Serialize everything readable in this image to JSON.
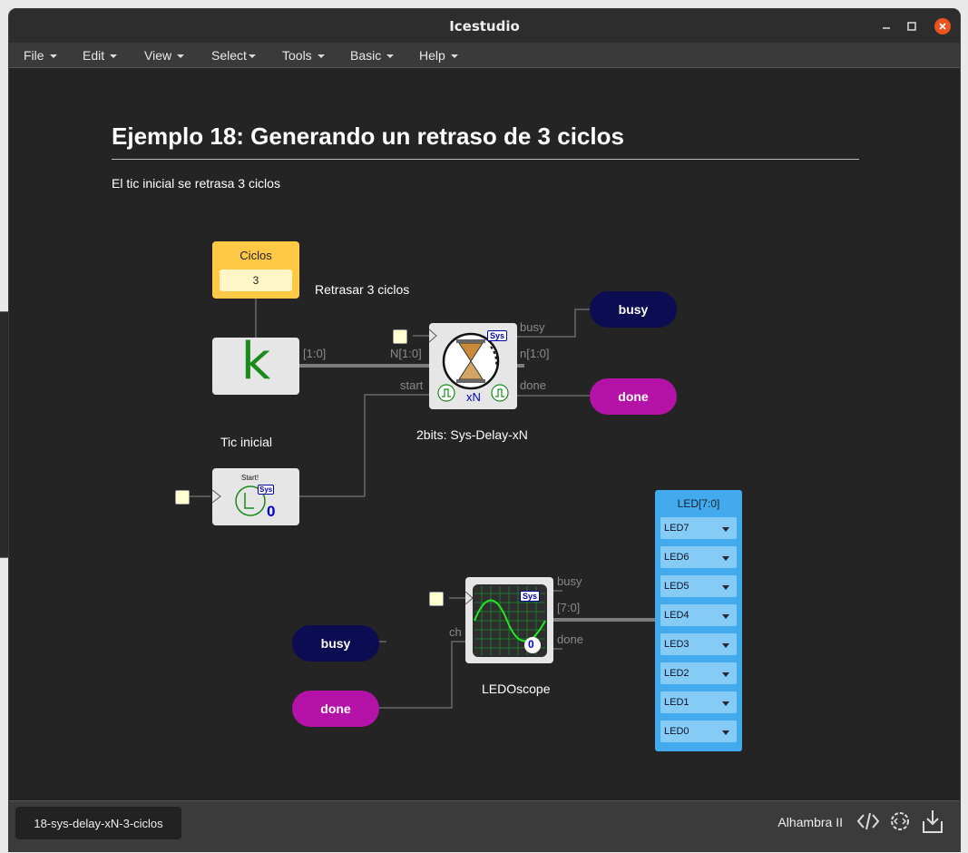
{
  "window": {
    "title": "Icestudio"
  },
  "menu": [
    {
      "label": "File"
    },
    {
      "label": "Edit"
    },
    {
      "label": "View"
    },
    {
      "label": "Select"
    },
    {
      "label": "Tools"
    },
    {
      "label": "Basic"
    },
    {
      "label": "Help"
    }
  ],
  "canvas": {
    "heading": "Ejemplo 18: Generando un retraso de 3 ciclos",
    "description": "El tic inicial se retrasa 3 ciclos",
    "ciclos": {
      "title": "Ciclos",
      "value": "3"
    },
    "retrasar_label": "Retrasar 3 ciclos",
    "k_symbol": "k",
    "bus_label": "[1:0]",
    "tic_inicial_label": "Tic inicial",
    "start_block": {
      "text": "Start!",
      "badge": "Sys",
      "value": "0"
    },
    "delay_block": {
      "caption": "2bits: Sys-Delay-xN",
      "badge": "Sys",
      "xn": "xN",
      "pins": {
        "n_in": "N[1:0]",
        "start": "start",
        "busy": "busy",
        "n_out": "n[1:0]",
        "done": "done"
      }
    },
    "outputs_top": {
      "busy": "busy",
      "done": "done"
    },
    "inputs_bottom": {
      "busy": "busy",
      "done": "done"
    },
    "scope_block": {
      "caption": "LEDOscope",
      "badge": "Sys",
      "value": "0",
      "pins": {
        "ch": "ch",
        "busy": "busy",
        "bus": "[7:0]",
        "done": "done"
      }
    },
    "led_panel": {
      "title": "LED[7:0]",
      "items": [
        "LED7",
        "LED6",
        "LED5",
        "LED4",
        "LED3",
        "LED2",
        "LED1",
        "LED0"
      ]
    }
  },
  "statusbar": {
    "file_tab": "18-sys-delay-xN-3-ciclos",
    "board": "Alhambra II",
    "icons": [
      "code-icon",
      "gear-code-icon",
      "download-icon"
    ]
  },
  "colors": {
    "io_navy": "#0c0c52",
    "io_magenta": "#b513a8",
    "constant_yellow": "#ffc845",
    "led_blue": "#44aaee",
    "wire_gray": "#8a8a8a",
    "close_orange": "#e95420"
  }
}
